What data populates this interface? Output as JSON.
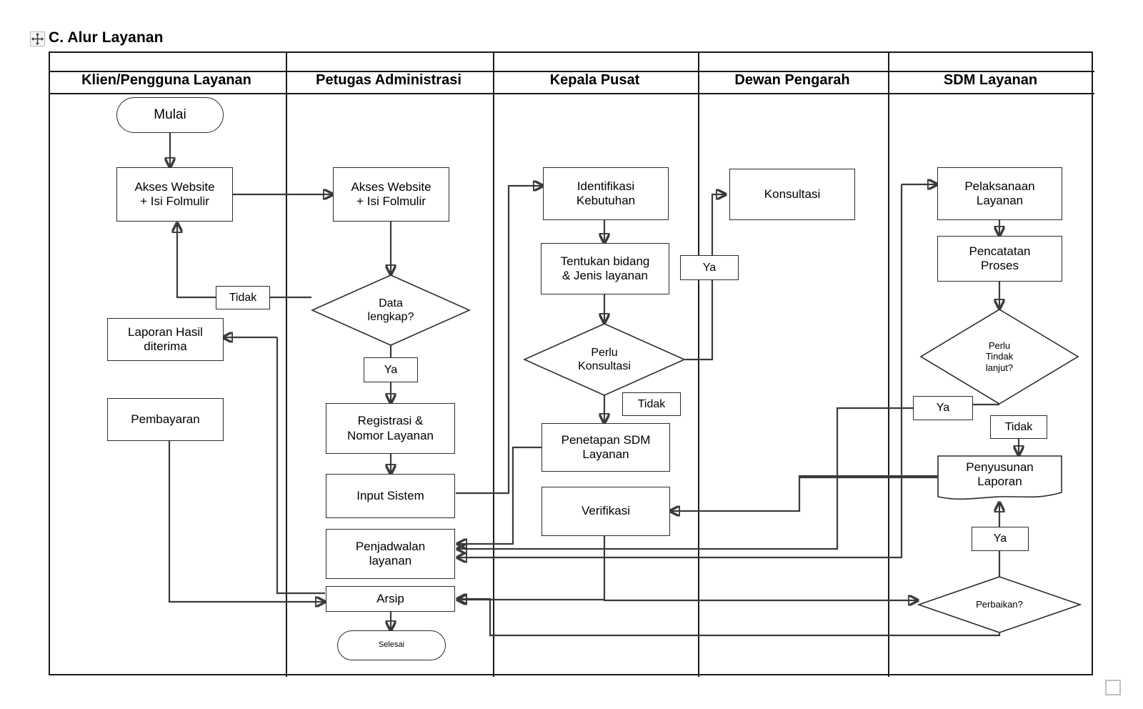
{
  "document": {
    "title": "C. Alur Layanan",
    "move_handle_icon": "move-cross-icon",
    "resize_handle_icon": "resize-handle-icon"
  },
  "diagram": {
    "type": "swimlane-flowchart",
    "lanes": [
      {
        "id": "klien",
        "label": "Klien/Pengguna Layanan"
      },
      {
        "id": "petugas",
        "label": "Petugas Administrasi"
      },
      {
        "id": "kepala",
        "label": "Kepala Pusat"
      },
      {
        "id": "dewan",
        "label": "Dewan Pengarah"
      },
      {
        "id": "sdm",
        "label": "SDM Layanan"
      }
    ],
    "nodes": {
      "mulai": "Mulai",
      "akses_klien": "Akses Website\n+ Isi Folmulir",
      "laporan_hasil": "Laporan Hasil\nditerima",
      "pembayaran": "Pembayaran",
      "akses_petugas": "Akses Website\n+ Isi Folmulir",
      "data_lengkap": "Data\nlengkap?",
      "registrasi": "Registrasi &\nNomor Layanan",
      "input_sistem": "Input Sistem",
      "penjadwalan": "Penjadwalan\nlayanan",
      "arsip": "Arsip",
      "selesai": "Selesai",
      "identifikasi": "Identifikasi\nKebutuhan",
      "tentukan": "Tentukan bidang\n& Jenis layanan",
      "perlu_konsultasi": "Perlu\nKonsultasi",
      "penetapan_sdm": "Penetapan SDM\nLayanan",
      "verifikasi": "Verifikasi",
      "konsultasi": "Konsultasi",
      "pelaksanaan": "Pelaksanaan\nLayanan",
      "pencatatan": "Pencatatan\nProses",
      "perlu_tindak": "Perlu\nTindak\nlanjut?",
      "penyusunan": "Penyusunan\nLaporan",
      "perbaikan": "Perbaikan?"
    },
    "edge_labels": {
      "tidak_data": "Tidak",
      "ya_data": "Ya",
      "ya_konsultasi": "Ya",
      "tidak_konsultasi": "Tidak",
      "ya_tindak": "Ya",
      "tidak_tindak": "Tidak",
      "ya_perbaikan": "Ya"
    },
    "colors": {
      "stroke": "#2b2b2b",
      "frame": "#1a1a1a",
      "fill": "#ffffff",
      "text": "#000000"
    }
  }
}
